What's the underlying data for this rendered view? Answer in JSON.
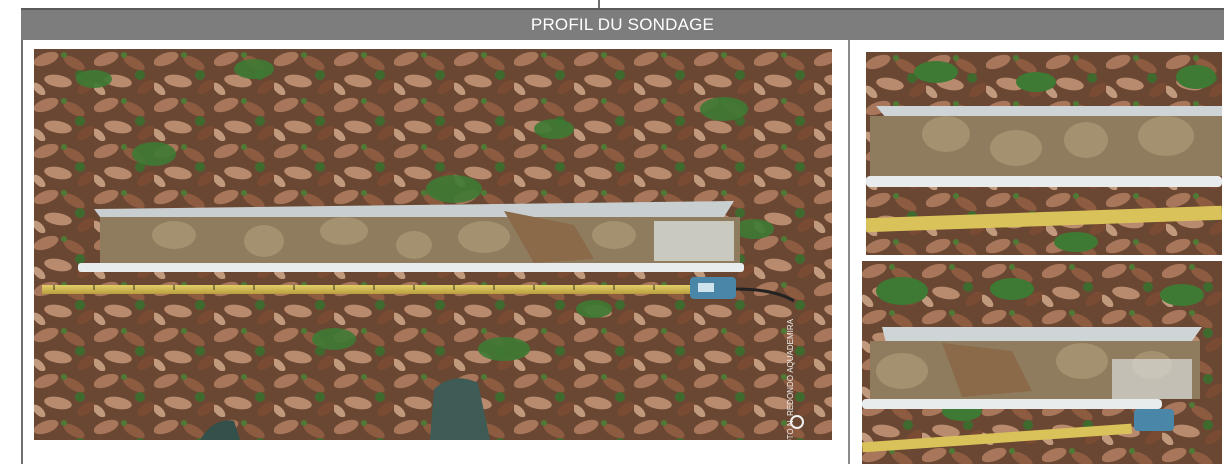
{
  "section": {
    "title": "PROFIL DU SONDAGE"
  },
  "main_photo": {
    "credit_line1": "PHOTO N. REDONDO",
    "credit_line2": "AQUADEMIRA"
  },
  "colors": {
    "title_bar": "#7d7d7d",
    "border": "#6e6e6e",
    "leaf_brown": "#8a5a3c",
    "soil": "#9b8667",
    "tape_yellow": "#d9c25a",
    "pipe_white": "#e8ecec"
  },
  "icons": [
    "aquademira-logo-icon",
    "soil-core-photo",
    "measuring-tape",
    "boot"
  ]
}
